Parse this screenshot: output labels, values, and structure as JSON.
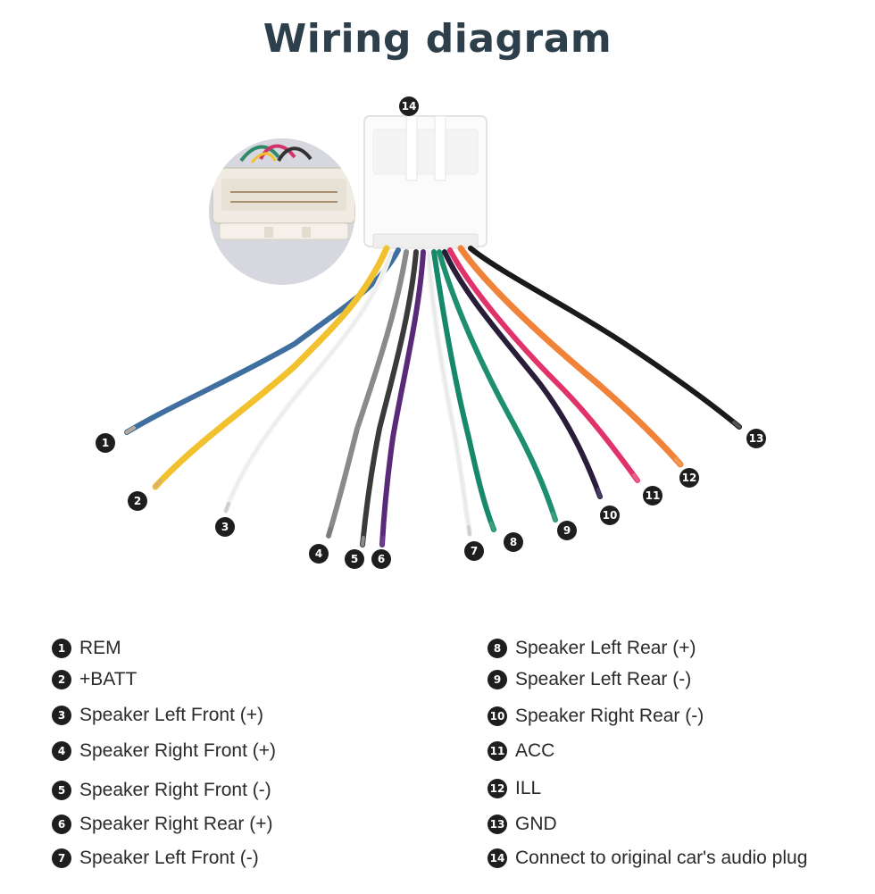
{
  "title": "Wiring diagram",
  "badges": {
    "b1": "1",
    "b2": "2",
    "b3": "3",
    "b4": "4",
    "b5": "5",
    "b6": "6",
    "b7": "7",
    "b8": "8",
    "b9": "9",
    "b10": "10",
    "b11": "11",
    "b12": "12",
    "b13": "13",
    "b14": "14"
  },
  "legend": {
    "l1": "REM",
    "l2": "+BATT",
    "l3": "Speaker Left Front (+)",
    "l4": "Speaker Right Front (+)",
    "l5": "Speaker Right Front (-)",
    "l6": "Speaker Right Rear (+)",
    "l7": "Speaker Left Front (-)",
    "l8": "Speaker Left Rear (+)",
    "l9": "Speaker Left Rear (-)",
    "l10": "Speaker Right Rear (-)",
    "l11": "ACC",
    "l12": "ILL",
    "l13": "GND",
    "l14": "Connect to original car's audio plug"
  },
  "colors": {
    "title": "#2e3f4c",
    "badge": "#1e1e1e",
    "wire_1_blue": "#3f6f9e",
    "wire_2_yellow": "#f2c12e",
    "wire_3_white": "#f3f3f3",
    "wire_4_gray": "#8a8a8a",
    "wire_5_darkgray": "#3a3a3a",
    "wire_6_purple": "#5a2a7a",
    "wire_7_white": "#f0f0f0",
    "wire_8_green": "#17886a",
    "wire_9_green": "#1d8f6e",
    "wire_10_purple": "#2a1d3a",
    "wire_11_pink": "#e0336a",
    "wire_12_orange": "#f0823a",
    "wire_13_black": "#1a1a1a"
  }
}
